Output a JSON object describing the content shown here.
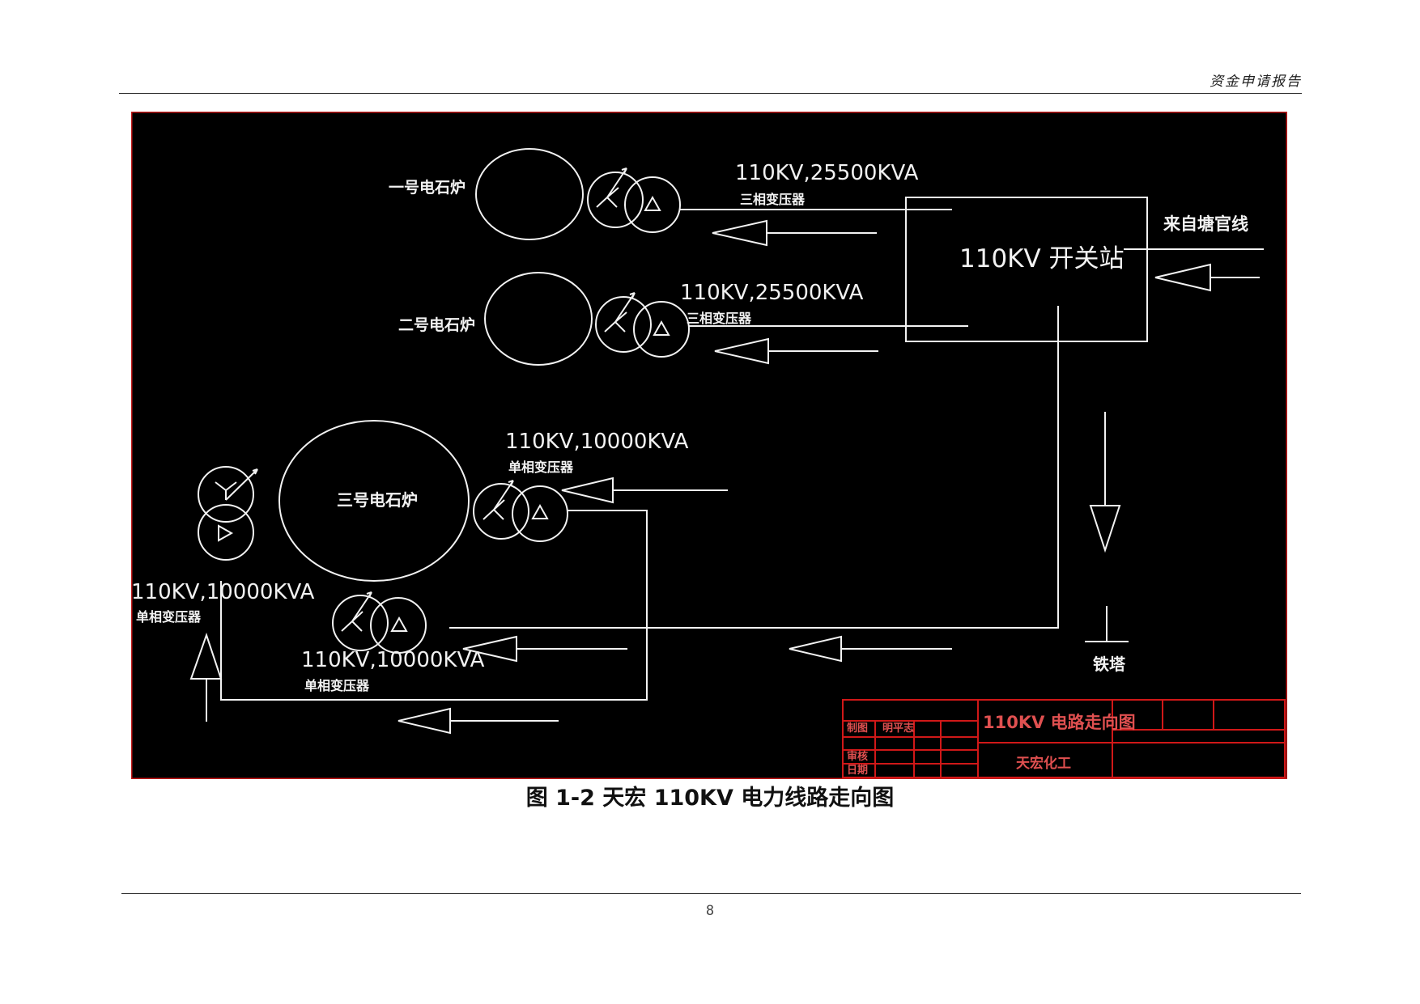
{
  "header": {
    "title": "资金申请报告"
  },
  "diagram": {
    "furnace1": "一号电石炉",
    "furnace2": "二号电石炉",
    "furnace3": "三号电石炉",
    "rating1": "110KV,25500KVA",
    "type1": "三相变压器",
    "rating2": "110KV,25500KVA",
    "type2": "三相变压器",
    "rating3": "110KV,10000KVA",
    "type3": "单相变压器",
    "rating4": "110KV,10000KVA",
    "type4": "单相变压器",
    "rating5": "110KV,10000KVA",
    "type5": "单相变压器",
    "switch_station": "110KV 开关站",
    "source_line": "来自塘官线",
    "tower": "铁塔"
  },
  "title_block": {
    "drawn_label": "制图",
    "drawn_name": "明平志",
    "checked_label": "审核",
    "date_label": "日期",
    "drawing_title": "110KV 电路走向图",
    "company": "天宏化工"
  },
  "caption": "图 1-2   天宏 110KV 电力线路走向图",
  "page_number": "8"
}
